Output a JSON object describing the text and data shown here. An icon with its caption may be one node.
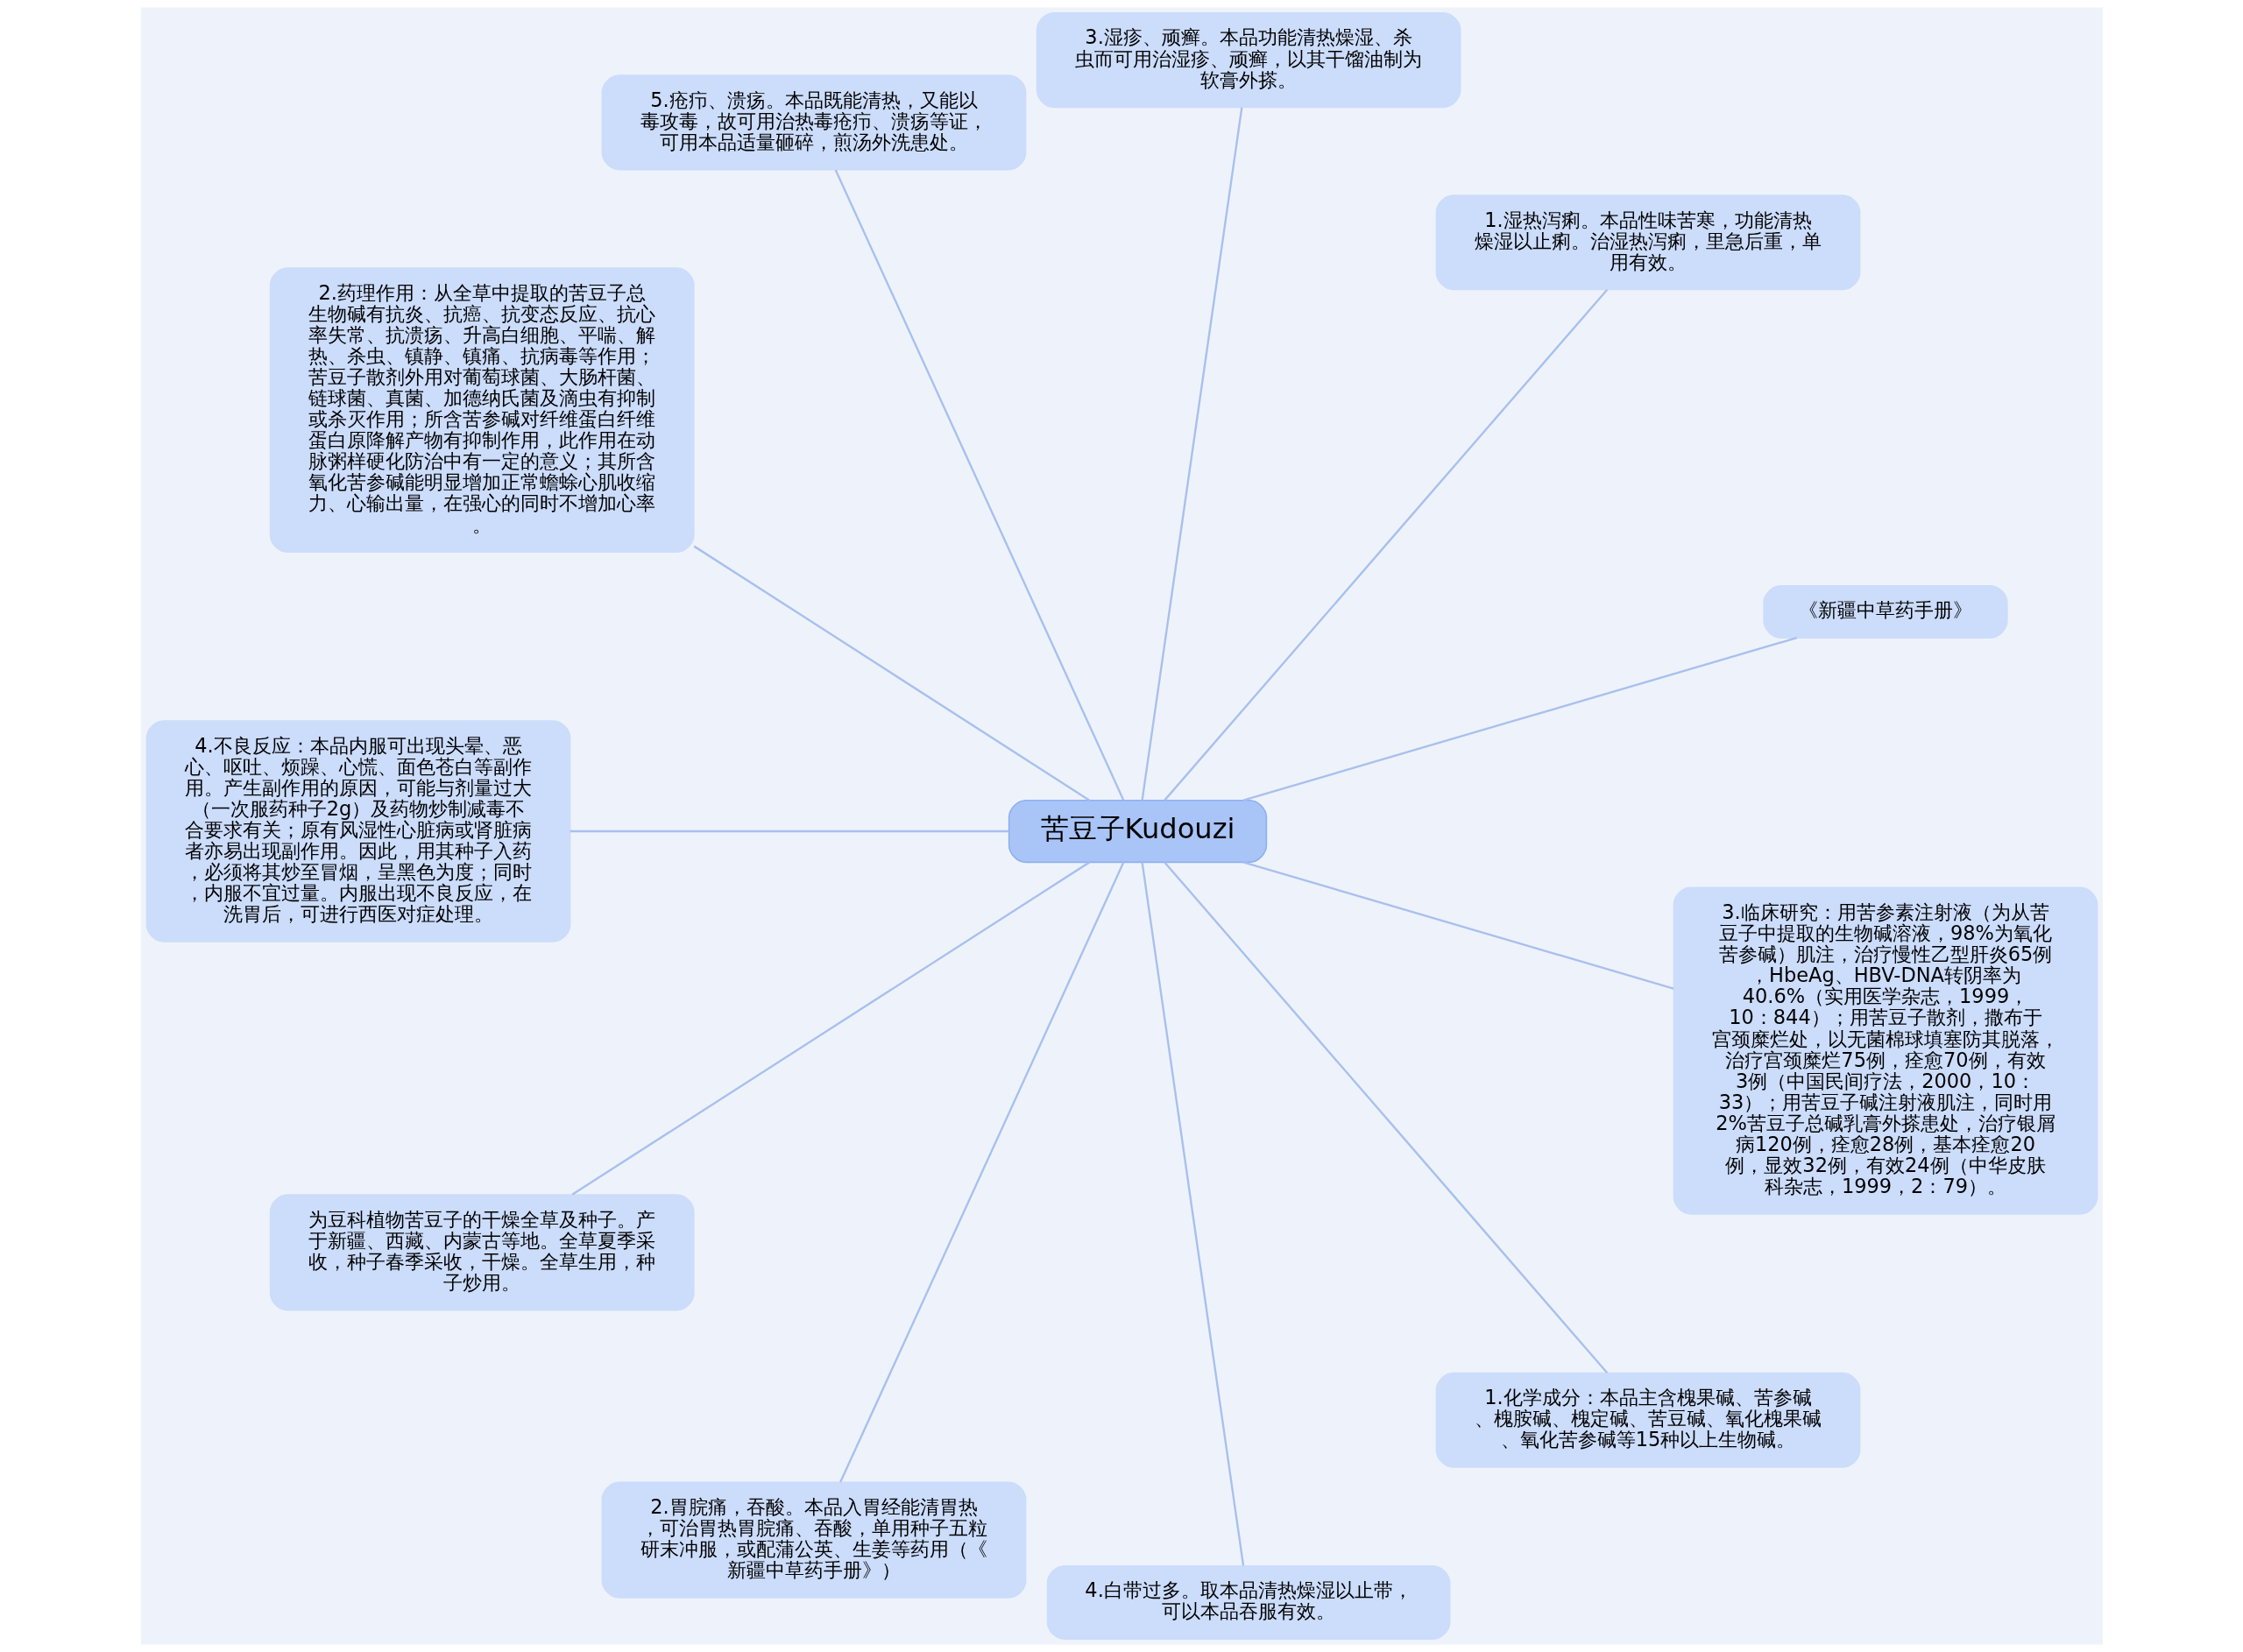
{
  "diagram": {
    "nodes": [
      {
        "text": [
          "苦豆子Kudouzi"
        ]
      },
      {
        "text": [
          "《新疆中草药手册》"
        ]
      },
      {
        "text": [
          "1.湿热泻痢。本品性味苦寒，功能清热燥湿以止痢。治湿热泻痢，里急后重，单用有效。"
        ]
      },
      {
        "text": [
          "3.湿疹、顽癣。本品功能清热燥湿、杀虫而可用治湿疹、顽癣，以其干馏油制为软膏外搽。"
        ]
      },
      {
        "text": [
          "5.疮疖、溃疡。本品既能清热，又能以毒攻毒，故可用治热毒疮疖、溃疡等证，可用本品适量砸碎，煎汤外洗患处。"
        ]
      },
      {
        "text": [
          "2.药理作用：从全草中提取的苦豆子总生物碱有抗炎、抗癌、抗变态反应、抗心率失常、抗溃疡、升高白细胞、平喘、解热、杀虫、镇静、镇痛、抗病毒等作用；苦豆子散剂外用对葡萄球菌、大肠杆菌、链球菌、真菌、加德纳氏菌及滴虫有抑制或杀灭作用；所含苦参碱对纤维蛋白纤维蛋白原降解产物有抑制作用，此作用在动脉粥样硬化防治中有一定的意义；其所含氧化苦参碱能明显增加正常蟾蜍心肌收缩力、心输出量，在强心的同时不增加心率。"
        ]
      },
      {
        "text": [
          "4.不良反应：本品内服可出现头晕、恶心、呕吐、烦躁、心慌、面色苍白等副作用。产生副作用的原因，可能与剂量过大（一次服药种子2g）及药物炒制减毒不合要求有关；原有风湿性心脏病或肾脏病者亦易出现副作用。因此，用其种子入药，必须将其炒至冒烟，呈黑色为度；同时，内服不宜过量。内服出现不良反应，在洗胃后，可进行西医对症处理。"
        ]
      },
      {
        "text": [
          "为豆科植物苦豆子的干燥全草及种子。产于新疆、西藏、内蒙古等地。全草夏季采收，种子春季采收，干燥。全草生用，种子炒用。"
        ]
      },
      {
        "text": [
          "2.胃脘痛，吞酸。本品入胃经能清胃热，可治胃热胃脘痛、吞酸，单用种子五粒研末冲服，或配蒲公英、生姜等药用（《新疆中草药手册》）"
        ]
      },
      {
        "text": [
          "4.白带过多。取本品清热燥湿以止带，可以本品吞服有效。"
        ]
      },
      {
        "text": [
          "1.化学成分：本品主含槐果碱、苦参碱、槐胺碱、槐定碱、苦豆碱、氧化槐果碱、氧化苦参碱等15种以上生物碱。"
        ]
      },
      {
        "text": [
          "3.临床研究：用苦参素注射液（为从苦豆子中提取的生物碱溶液，98%为氧化苦参碱）肌注，治疗慢性乙型肝炎65例，HbeAg、HBV-DNA转阴率为40.6%（实用医学杂志，1999，10：844）；用苦豆子散剂，撒布于宫颈糜烂处，以无菌棉球填塞防其脱落，治疗宫颈糜烂75例，痊愈70例，有效3例（中国民间疗法，2000，10：33）；用苦豆子碱注射液肌注，同时用2%苦豆子总碱乳膏外搽患处，治疗银屑病120例，痊愈28例，基本痊愈20例，显效32例，有效24例（中华皮肤科杂志，1999，2：79）。"
        ]
      }
    ],
    "edges": [
      {
        "from": 0,
        "to": 1,
        "arrow": "none"
      },
      {
        "from": 0,
        "to": 2,
        "arrow": "none"
      },
      {
        "from": 0,
        "to": 3,
        "arrow": "none"
      },
      {
        "from": 0,
        "to": 4,
        "arrow": "none"
      },
      {
        "from": 0,
        "to": 5,
        "arrow": "none"
      },
      {
        "from": 0,
        "to": 6,
        "arrow": "none"
      },
      {
        "from": 0,
        "to": 7,
        "arrow": "none"
      },
      {
        "from": 0,
        "to": 8,
        "arrow": "none"
      },
      {
        "from": 0,
        "to": 9,
        "arrow": "none"
      },
      {
        "from": 0,
        "to": 10,
        "arrow": "none"
      },
      {
        "from": 0,
        "to": 11,
        "arrow": "none"
      }
    ]
  }
}
